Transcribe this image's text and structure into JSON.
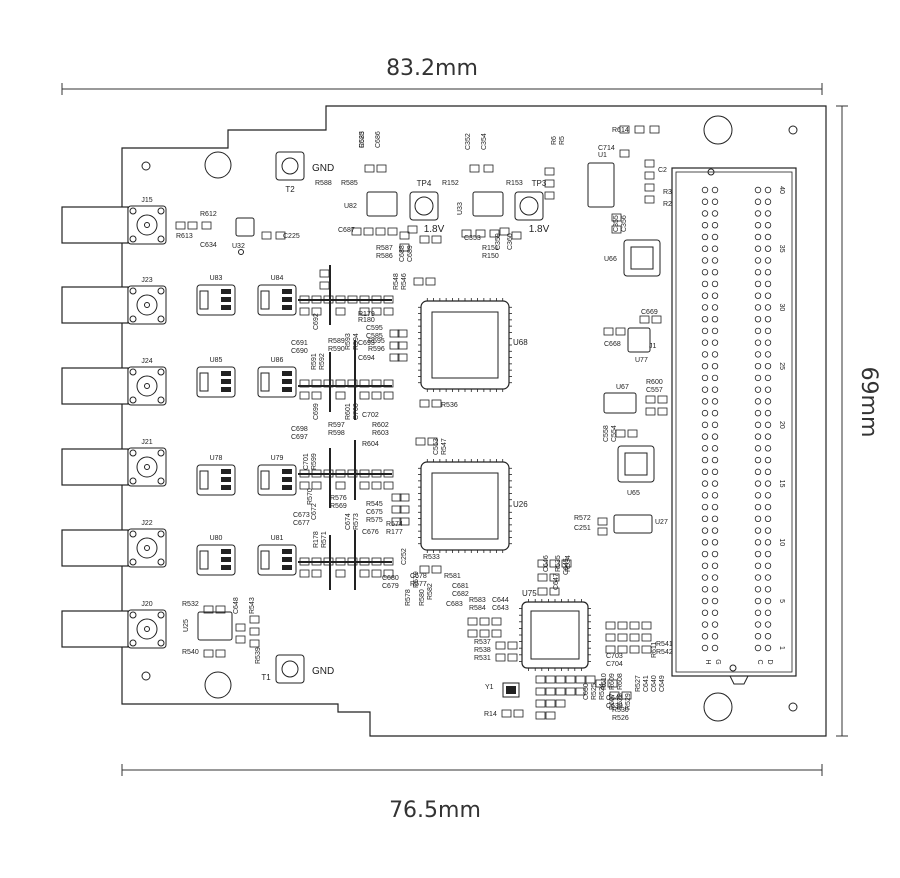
{
  "dimensions": {
    "top_width": "83.2mm",
    "bottom_width": "76.5mm",
    "height": "69mm"
  },
  "connectors": [
    "J15",
    "J23",
    "J24",
    "J21",
    "J22",
    "J20"
  ],
  "chips": {
    "u68": "U68",
    "u26": "U26",
    "u75": "U75",
    "u66": "U66",
    "u65": "U65",
    "u67": "U67",
    "u77": "U77",
    "u27": "U27",
    "u82": "U82",
    "u33": "U33",
    "u32": "U32",
    "u25": "U25",
    "u1": "U1",
    "opamps": [
      "U83",
      "U84",
      "U85",
      "U86",
      "U78",
      "U79",
      "U80",
      "U81"
    ]
  },
  "testpoints": {
    "tp4": "TP4",
    "tp3": "TP3",
    "tp4_voltage": "1.8V",
    "tp3_voltage": "1.8V"
  },
  "gnd_points": {
    "t2": "T2",
    "t1": "T1",
    "t2_label": "GND",
    "t1_label": "GND"
  },
  "misc": {
    "j1": "J1",
    "y1": "Y1",
    "r14": "R14",
    "r536": "R536",
    "r533": "R533"
  },
  "header_pins": {
    "numbers": [
      "40",
      "35",
      "30",
      "25",
      "20",
      "15",
      "10",
      "5",
      "1"
    ],
    "row_letters": [
      "H",
      "G",
      "C",
      "D"
    ]
  },
  "component_labels": [
    "C685",
    "C686",
    "R588",
    "R585",
    "C352",
    "C354",
    "R152",
    "R153",
    "R6",
    "R5",
    "R614",
    "C714",
    "C2",
    "R3",
    "R2",
    "R612",
    "R613",
    "C634",
    "C225",
    "C687",
    "R587",
    "R586",
    "C688",
    "C689",
    "C353",
    "R151",
    "R150",
    "C359",
    "C360",
    "C355",
    "C356",
    "R548",
    "R546",
    "R179",
    "R180",
    "C595",
    "C585",
    "C691",
    "C690",
    "C692",
    "R589",
    "R590",
    "R593",
    "R594",
    "R591",
    "R592",
    "C693",
    "C694",
    "R595",
    "R596",
    "C669",
    "C668",
    "R597",
    "R598",
    "C698",
    "C697",
    "C699",
    "C702",
    "C700",
    "R601",
    "R602",
    "R603",
    "R604",
    "C701",
    "R599",
    "R600",
    "C557",
    "C558",
    "C554",
    "C553",
    "R547",
    "R545",
    "C676",
    "C675",
    "R575",
    "R576",
    "R569",
    "R570",
    "C672",
    "C673",
    "C677",
    "C674",
    "R573",
    "R574",
    "R177",
    "R178",
    "R571",
    "R572",
    "C251",
    "C252",
    "C680",
    "C679",
    "C678",
    "R577",
    "R578",
    "R579",
    "R580",
    "R581",
    "R582",
    "C683",
    "C681",
    "C682",
    "R583",
    "R584",
    "C644",
    "C643",
    "R535",
    "R534",
    "C645",
    "C646",
    "C647",
    "R537",
    "R538",
    "R531",
    "R532",
    "C648",
    "R543",
    "R539",
    "R540",
    "R541",
    "R542",
    "C703",
    "C704",
    "R611",
    "R610",
    "R609",
    "R608",
    "R607",
    "R528",
    "R529",
    "R530",
    "R526",
    "R527",
    "C641",
    "C642",
    "C639",
    "C640",
    "C649",
    "C650",
    "R525",
    "R524",
    "R523"
  ]
}
